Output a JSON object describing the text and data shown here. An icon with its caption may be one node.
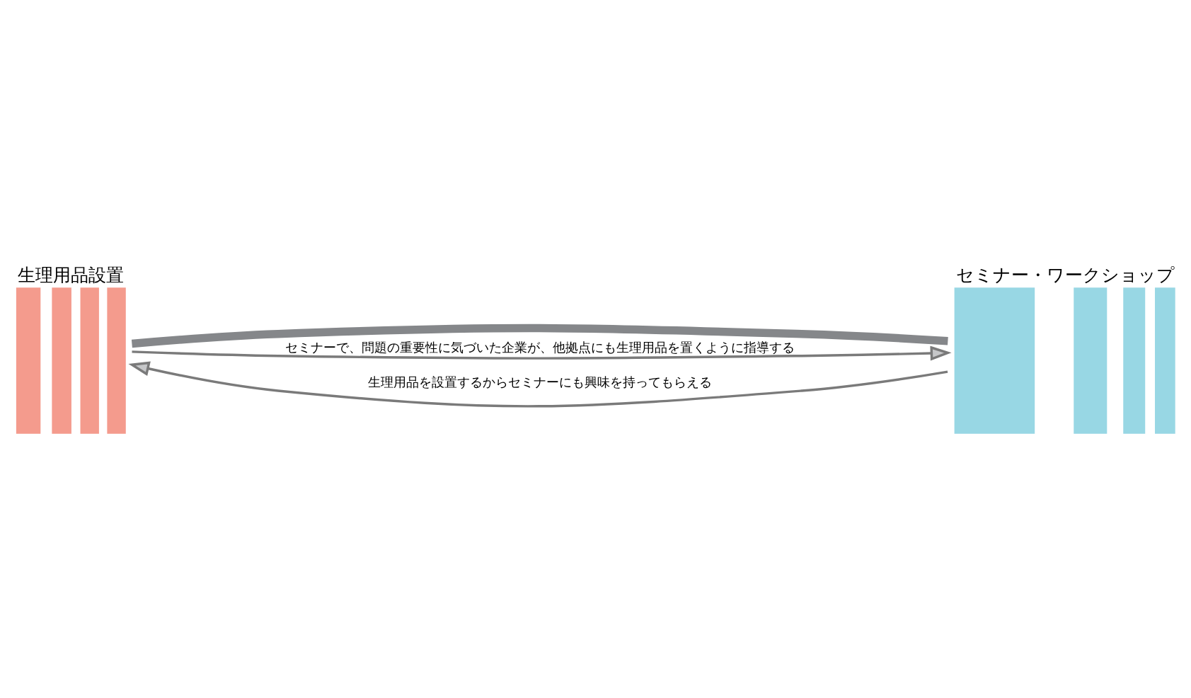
{
  "diagram": {
    "nodes": [
      {
        "text": [
          "生理用品設置"
        ]
      },
      {
        "text": [
          "セミナー・ワークショップ"
        ]
      }
    ],
    "edges": [
      {
        "from": 0,
        "to": 1,
        "arrow": "none",
        "style": "thick",
        "color": "#85878a"
      },
      {
        "from": 0,
        "to": 1,
        "arrow": "to",
        "label": "セミナーで、問題の重要性に気づいた企業が、他拠点にも生理用品を置くように指導する"
      },
      {
        "from": 1,
        "to": 0,
        "arrow": "to",
        "label": "生理用品を設置するからセミナーにも興味を持ってもらえる"
      }
    ]
  }
}
